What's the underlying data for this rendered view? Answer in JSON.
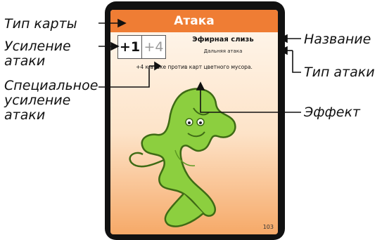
{
  "callouts": {
    "card_type": "Тип карты",
    "attack_bonus_line1": "Усиление",
    "attack_bonus_line2": "атаки",
    "special_bonus_line1": "Специальное",
    "special_bonus_line2": "усиление",
    "special_bonus_line3": "атаки",
    "name": "Название",
    "attack_type": "Тип атаки",
    "effect": "Эффект"
  },
  "card": {
    "header": "Атака",
    "base_bonus": "+1",
    "special_bonus": "+4",
    "name": "Эфирная слизь",
    "attack_type": "Дальняя атака",
    "effect": "+4 к атаке против карт цветного мусора.",
    "number": "103",
    "illustration_icon": "green-slime-monster",
    "colors": {
      "header": "#ef7d34",
      "frame": "#111111",
      "slime": "#8ccf3f"
    }
  }
}
